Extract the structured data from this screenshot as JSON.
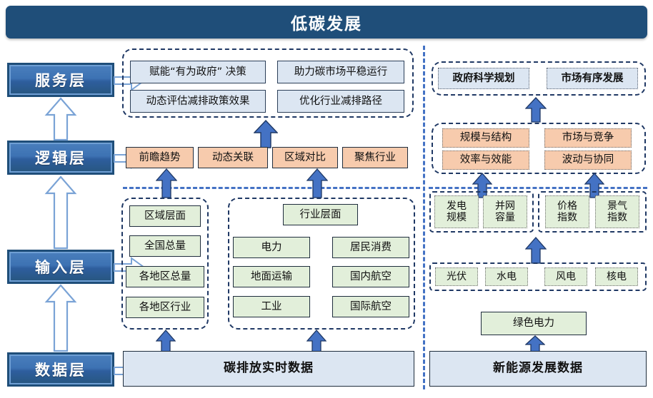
{
  "title": "低碳发展",
  "sidebar": {
    "items": [
      {
        "label": "服务层"
      },
      {
        "label": "逻辑层"
      },
      {
        "label": "输入层"
      },
      {
        "label": "数据层"
      }
    ]
  },
  "left_column": {
    "service": {
      "items": [
        "赋能“有为政府” 决策",
        "助力碳市场平稳运行",
        "动态评估减排政策效果",
        "优化行业减排路径"
      ]
    },
    "logic": {
      "items": [
        "前瞻趋势",
        "动态关联",
        "区域对比",
        "聚焦行业"
      ]
    },
    "input": {
      "region_group": [
        "区域层面",
        "全国总量",
        "各地区总量",
        "各地区行业"
      ],
      "industry_group_header": "行业层面",
      "industry_group": [
        "电力",
        "居民消费",
        "地面运输",
        "国内航空",
        "工业",
        "国际航空"
      ]
    },
    "data": {
      "label": "碳排放实时数据"
    }
  },
  "right_column": {
    "service": {
      "items": [
        "政府科学规划",
        "市场有序发展"
      ]
    },
    "logic": {
      "items": [
        "规模与结构",
        "市场与竞争",
        "效率与效能",
        "波动与协同"
      ]
    },
    "input": {
      "power_group": [
        "发电\n规模",
        "并网\n容量"
      ],
      "index_group": [
        "价格\n指数",
        "景气\n指数"
      ],
      "sources": [
        "光伏",
        "水电",
        "风电",
        "核电"
      ],
      "green_power": "绿色电力"
    },
    "data": {
      "label": "新能源发展数据"
    }
  },
  "colors": {
    "title_bar": "#1f4e79",
    "layer_chip": "#3d72b3",
    "service_box": "#dce6f2",
    "logic_box": "#f7cbad",
    "input_box": "#e2efda",
    "data_box": "#dce6f2",
    "divider": "#4472c4",
    "group_border": "#1f3864",
    "arrow": "#4472c4"
  }
}
